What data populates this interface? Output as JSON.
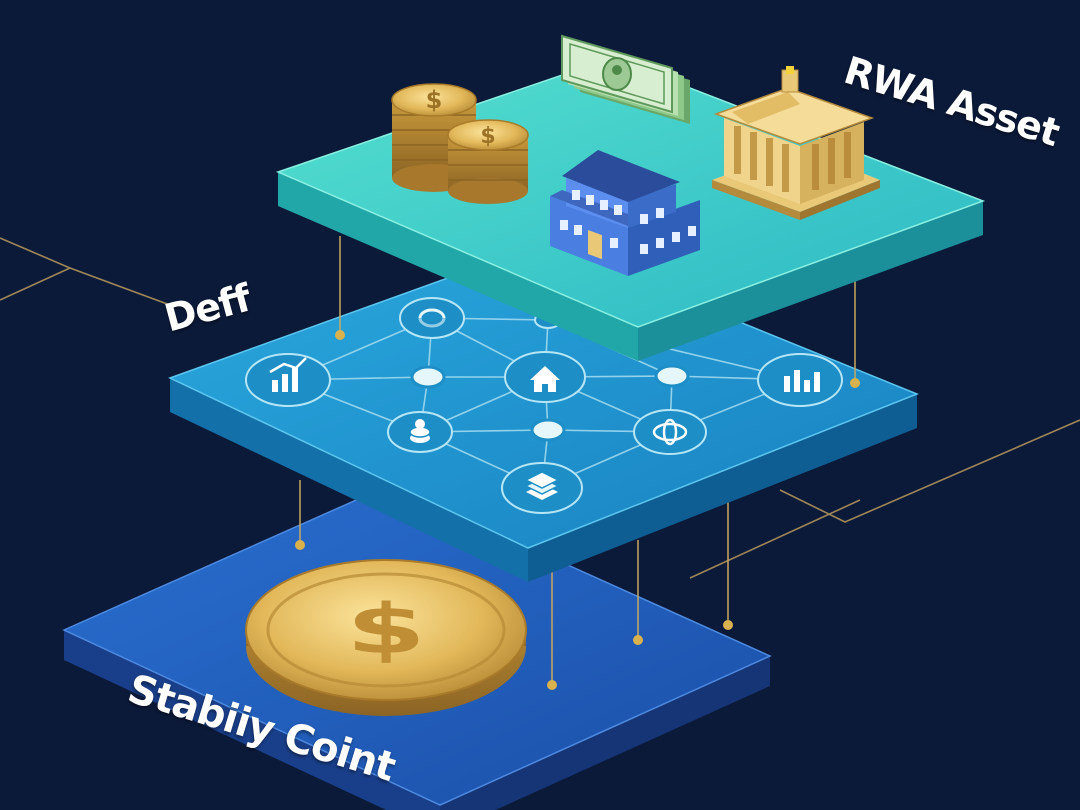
{
  "labels": {
    "top_layer": "RWA Asset",
    "middle_layer": "Deff",
    "bottom_layer": "Stabiiy Coint"
  },
  "layers": [
    {
      "id": "rwa-asset-layer",
      "icons": [
        "coin-stack-icon",
        "banknote-stack-icon",
        "bank-building-icon",
        "office-building-icon"
      ]
    },
    {
      "id": "defi-network-layer",
      "icons": [
        "refresh-cycle-icon",
        "bar-chart-icon",
        "home-icon",
        "analytics-icon",
        "coin-stack-node-icon",
        "connection-node-icon",
        "database-layers-icon"
      ]
    },
    {
      "id": "stablecoin-layer",
      "icons": [
        "dollar-coin-icon"
      ]
    }
  ],
  "colors": {
    "background": "#0c1a3a",
    "top_layer": "#3fd0c4",
    "middle_layer": "#1a9fd0",
    "bottom_layer": "#1e5fc0",
    "gold": "#d9b24e",
    "connector": "#c9a860"
  }
}
